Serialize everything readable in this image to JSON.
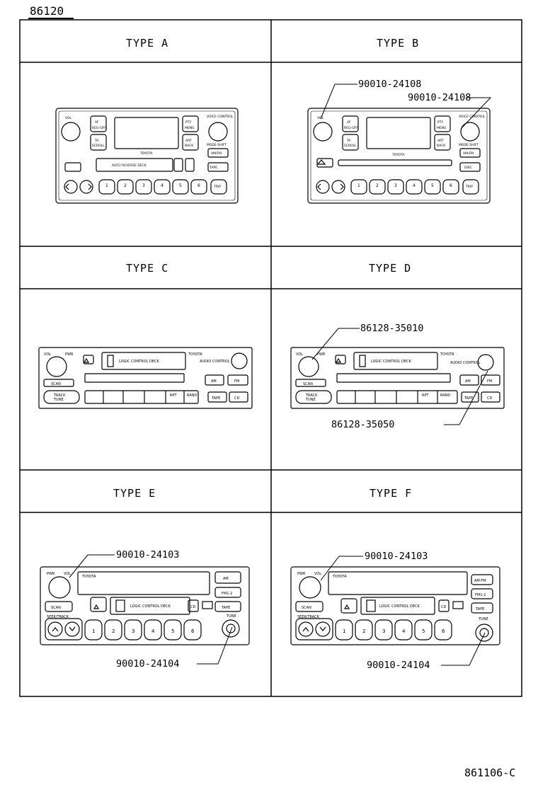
{
  "header": {
    "group_number": "86120",
    "drawing_code": "861106-C"
  },
  "panels": [
    {
      "type_label": "TYPE A",
      "callouts": []
    },
    {
      "type_label": "TYPE B",
      "callouts": [
        "90010-24108",
        "90010-24108"
      ]
    },
    {
      "type_label": "TYPE C",
      "callouts": []
    },
    {
      "type_label": "TYPE D",
      "callouts": [
        "86128-35010",
        "86128-35050"
      ]
    },
    {
      "type_label": "TYPE E",
      "callouts": [
        "90010-24103",
        "90010-24104"
      ]
    },
    {
      "type_label": "TYPE F",
      "callouts": [
        "90010-24103",
        "90010-24104"
      ]
    }
  ],
  "radio_ab": {
    "vol": "VOL",
    "af": "AF",
    "af2": "REG-OFF",
    "ta": "TA",
    "ta2": "SCROLL",
    "pty": "PTY",
    "pty2": "MENU",
    "art": "ART",
    "art2": "BACK",
    "brand": "TOYOTA",
    "voice": "VOICE CONTROL",
    "mode": "MODE-SHIFT",
    "am_fm": "AM/FM",
    "tape": "TAPE",
    "disc": "DISC",
    "auto_rev": "AUTO REVERSE DECK",
    "presets": [
      "1",
      "2",
      "3",
      "4",
      "5",
      "6"
    ],
    "trip": "TRIP"
  },
  "radio_cd": {
    "vol": "VOL",
    "pwr": "PWR",
    "brand": "TOYOTA",
    "deck": "LOGIC CONTROL DECK",
    "audio": "AUDIO CONTROL",
    "scan": "SCAN",
    "track": "TRACK",
    "tune": "TUNE",
    "am": "AM",
    "fm": "FM",
    "tape": "TAPE",
    "cd": "CD",
    "rpt": "RPT",
    "rand": "RAND"
  },
  "radio_ef": {
    "pwr": "PWR",
    "vol": "VOL",
    "brand": "TOYOTA",
    "deck": "LOGIC CONTROL DECK",
    "am": "AM",
    "am_fm": "AM-FM",
    "fm12": "FM1-2",
    "tape": "TAPE",
    "scan": "SCAN",
    "cd": "CD",
    "seek": "SEEK/TRACK",
    "tune": "TUNE",
    "presets": [
      "1",
      "2",
      "3",
      "4",
      "5",
      "6"
    ]
  }
}
